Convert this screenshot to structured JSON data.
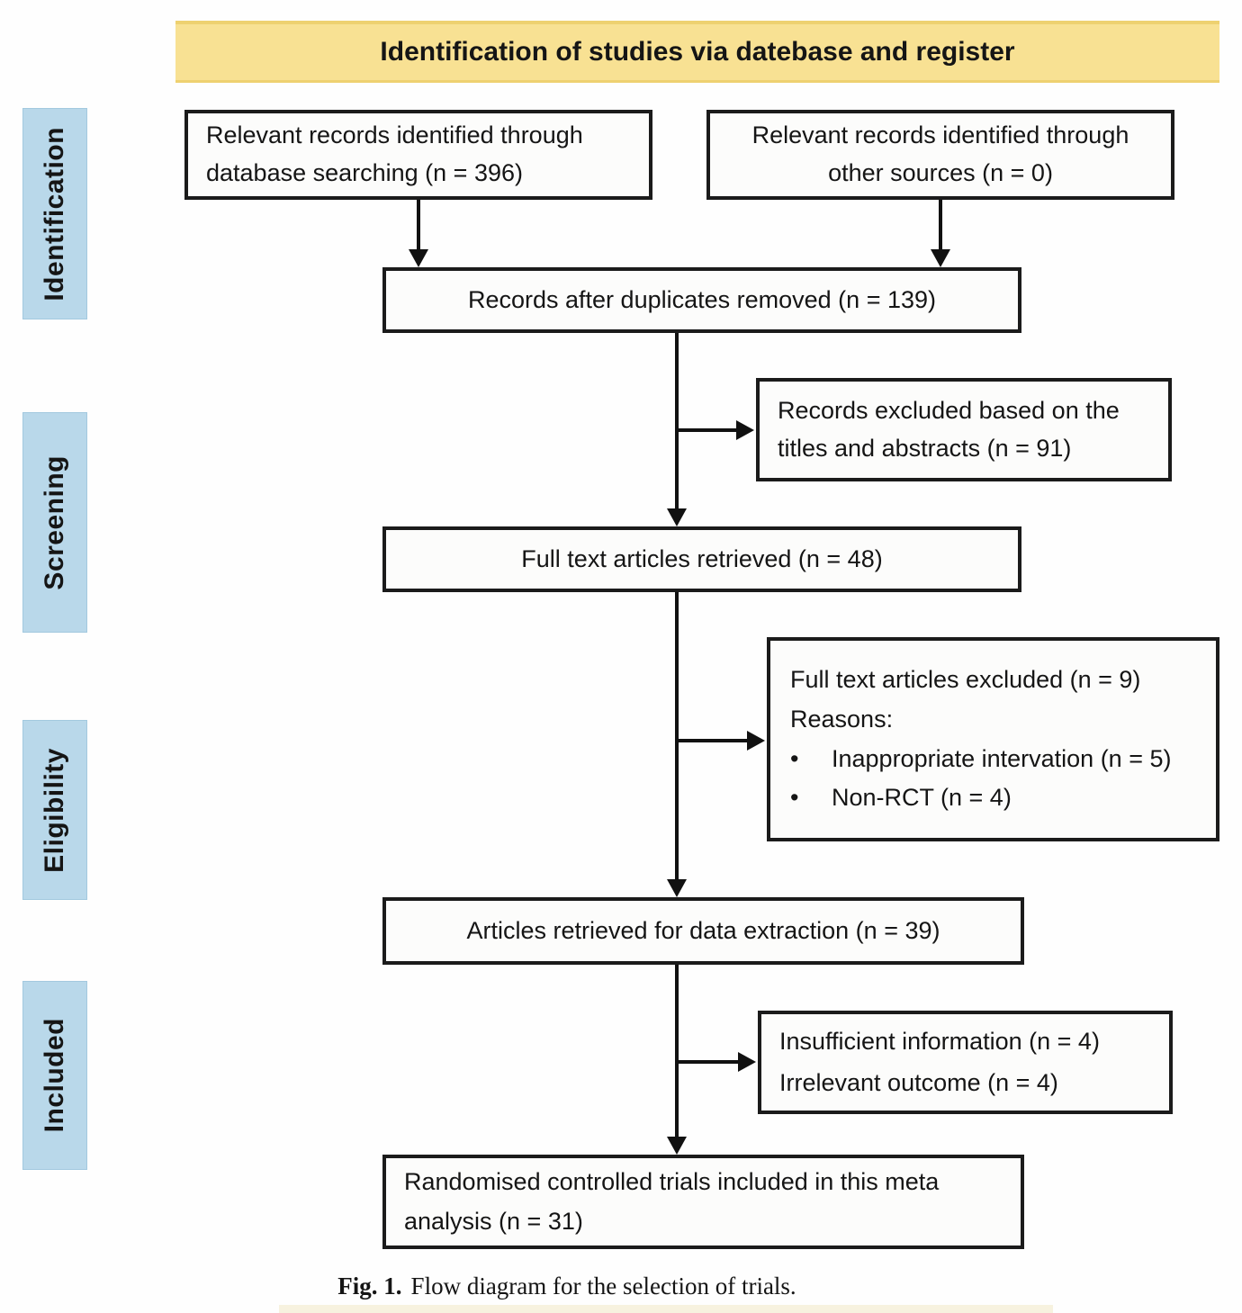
{
  "colors": {
    "banner-bg": "#f8e193",
    "banner-edge": "#eed170",
    "stage-bg": "#b9d8ea",
    "stage-edge": "#a3c9df",
    "box-bg": "#fcfcfb",
    "box-border": "#1b1b1b",
    "arrow": "#111111",
    "page-bg": "#fefefe",
    "text": "#151515"
  },
  "banner": {
    "title": "Identification of studies via datebase and register"
  },
  "stages": {
    "identification": "Identification",
    "screening": "Screening",
    "eligibility": "Eligibility",
    "included": "Included"
  },
  "boxes": {
    "database_records": "Relevant records identified through database searching (n = 396)",
    "other_sources": "Relevant records identified through other sources (n = 0)",
    "duplicates_removed": "Records after duplicates removed (n = 139)",
    "title_abstract_excluded": "Records excluded based on the titles and abstracts (n = 91)",
    "full_text_retrieved": "Full text articles retrieved (n = 48)",
    "full_text_excluded": {
      "heading": "Full text articles excluded (n = 9)",
      "reasons_label": "Reasons:",
      "bullet_marker": "•",
      "bullets": [
        "Inappropriate intervation (n = 5)",
        "Non-RCT (n = 4)"
      ]
    },
    "data_extraction": "Articles retrieved for data extraction (n = 39)",
    "excluded_after_extraction": {
      "line1": "Insufficient information (n = 4)",
      "line2": "Irrelevant outcome (n = 4)"
    },
    "included_trials": "Randomised controlled trials included in this meta analysis (n = 31)"
  },
  "caption": {
    "label": "Fig. 1.",
    "text": "Flow diagram for the selection of trials."
  }
}
